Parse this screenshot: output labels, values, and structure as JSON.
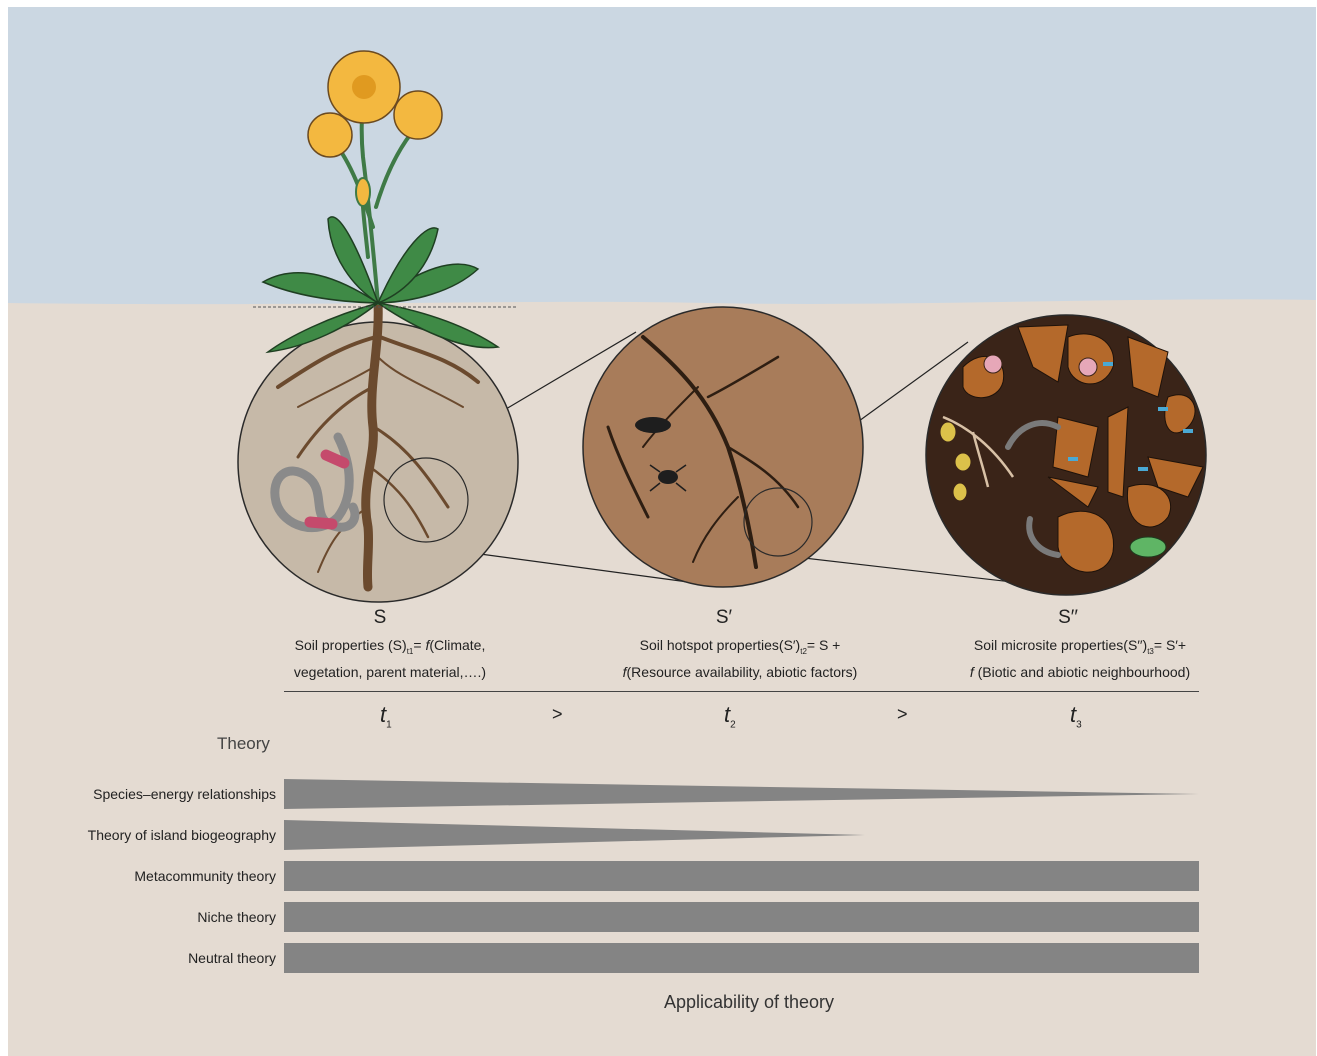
{
  "colors": {
    "sky": "#cbd7e2",
    "soil": "#e4dbd2",
    "bar": "#848484",
    "circle1": "#c6b9a8",
    "circle2": "#a87c5a",
    "circle3": "#3a2418",
    "petal": "#f3b840",
    "leaf": "#3f8a46",
    "root": "#6b4a2e"
  },
  "scales": [
    {
      "symbol": "S",
      "formula_prefix": "Soil properties (S)",
      "formula_sub": "t1",
      "formula_eq": "= ",
      "formula_f": "f",
      "formula_rest": "(Climate,",
      "formula_line2": "vegetation, parent material,….)"
    },
    {
      "symbol": "S′",
      "formula_prefix": "Soil hotspot properties(S′)",
      "formula_sub": "t2",
      "formula_eq": "= S +",
      "formula_f": "f",
      "formula_line2": "(Resource availability, abiotic factors)"
    },
    {
      "symbol": "S′′",
      "formula_prefix": "Soil microsite properties(S′′)",
      "formula_sub": "t3",
      "formula_eq": "= S′+",
      "formula_f": "f",
      "formula_line2": " (Biotic and abiotic neighbourhood)"
    }
  ],
  "timeline": {
    "times": [
      {
        "symbol": "t",
        "sub": "1"
      },
      {
        "symbol": "t",
        "sub": "2"
      },
      {
        "symbol": "t",
        "sub": "3"
      }
    ],
    "separators": [
      ">",
      ">"
    ]
  },
  "theory": {
    "heading": "Theory",
    "rows": [
      {
        "label": "Species–energy relationships",
        "shape": "wedge",
        "extent": 1.0
      },
      {
        "label": "Theory of island biogeography",
        "shape": "wedge",
        "extent": 0.635
      },
      {
        "label": "Metacommunity theory",
        "shape": "bar",
        "extent": 1.0
      },
      {
        "label": "Niche theory",
        "shape": "bar",
        "extent": 1.0
      },
      {
        "label": "Neutral theory",
        "shape": "bar",
        "extent": 1.0
      }
    ],
    "axis_caption": "Applicability of theory"
  }
}
